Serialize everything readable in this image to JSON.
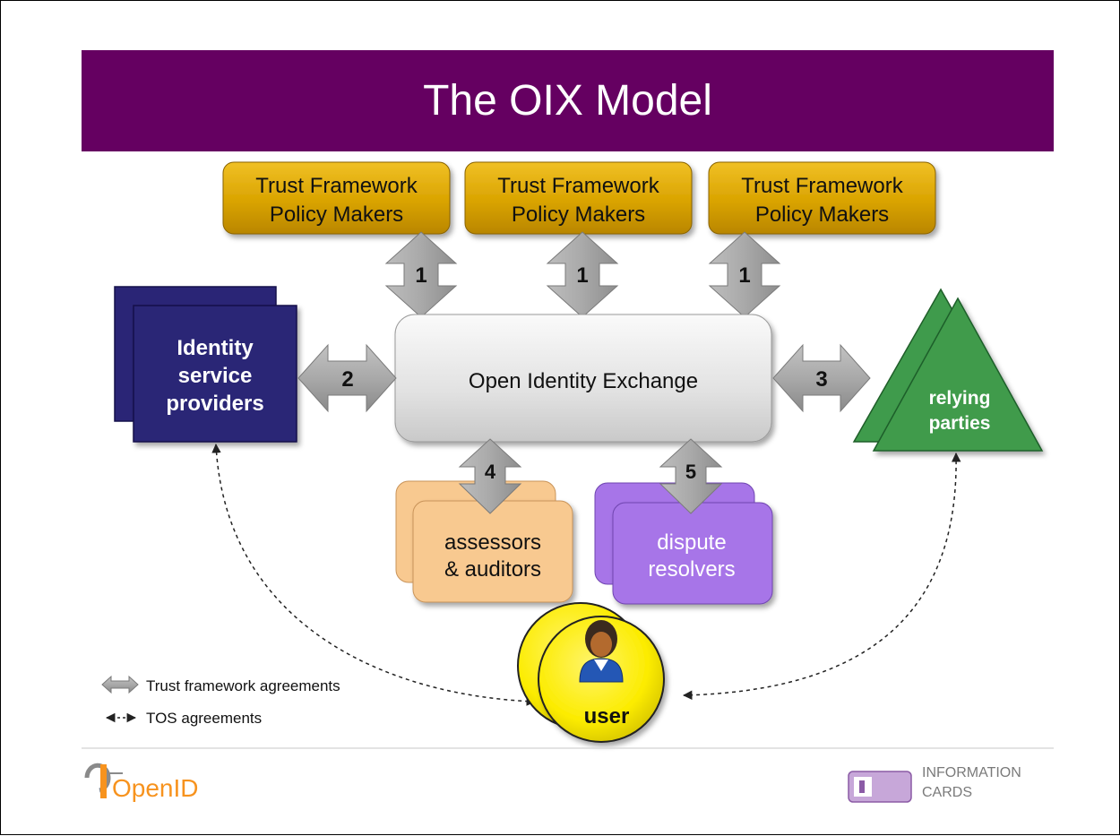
{
  "title": "The OIX Model",
  "colors": {
    "title_bar": "#650061",
    "policy_box": "#D9A300",
    "identity_box": "#2A2576",
    "relying_parties": "#3F9B4C",
    "assessors": "#F8C990",
    "dispute": "#A775E8",
    "user": "#FCEC00",
    "exchange": "#E2E2E2",
    "arrow": "#A6A6A6"
  },
  "policy_makers": [
    {
      "line1": "Trust Framework",
      "line2": "Policy Makers",
      "arrow_label": "1"
    },
    {
      "line1": "Trust Framework",
      "line2": "Policy Makers",
      "arrow_label": "1"
    },
    {
      "line1": "Trust Framework",
      "line2": "Policy Makers",
      "arrow_label": "1"
    }
  ],
  "exchange": {
    "label": "Open Identity Exchange"
  },
  "identity_providers": {
    "line1": "Identity",
    "line2": "service",
    "line3": "providers",
    "arrow_label": "2",
    "icon": "stacked-boxes-icon"
  },
  "relying_parties": {
    "line1": "relying",
    "line2": "parties",
    "arrow_label": "3",
    "icon": "stacked-triangles-icon"
  },
  "assessors": {
    "line1": "assessors",
    "line2": "& auditors",
    "arrow_label": "4"
  },
  "dispute": {
    "line1": "dispute",
    "line2": "resolvers",
    "arrow_label": "5"
  },
  "user": {
    "label": "user",
    "icon": "person-icon"
  },
  "legend": {
    "trust": {
      "label": "Trust framework agreements",
      "icon": "double-arrow-icon"
    },
    "tos": {
      "label": "TOS agreements",
      "icon": "dashed-double-arrow-icon"
    }
  },
  "footer": {
    "openid": {
      "text": "OpenID",
      "icon": "openid-logo-icon"
    },
    "infocards": {
      "line1": "INFORMATION",
      "line2": "CARDS",
      "icon": "information-cards-logo-icon"
    }
  }
}
